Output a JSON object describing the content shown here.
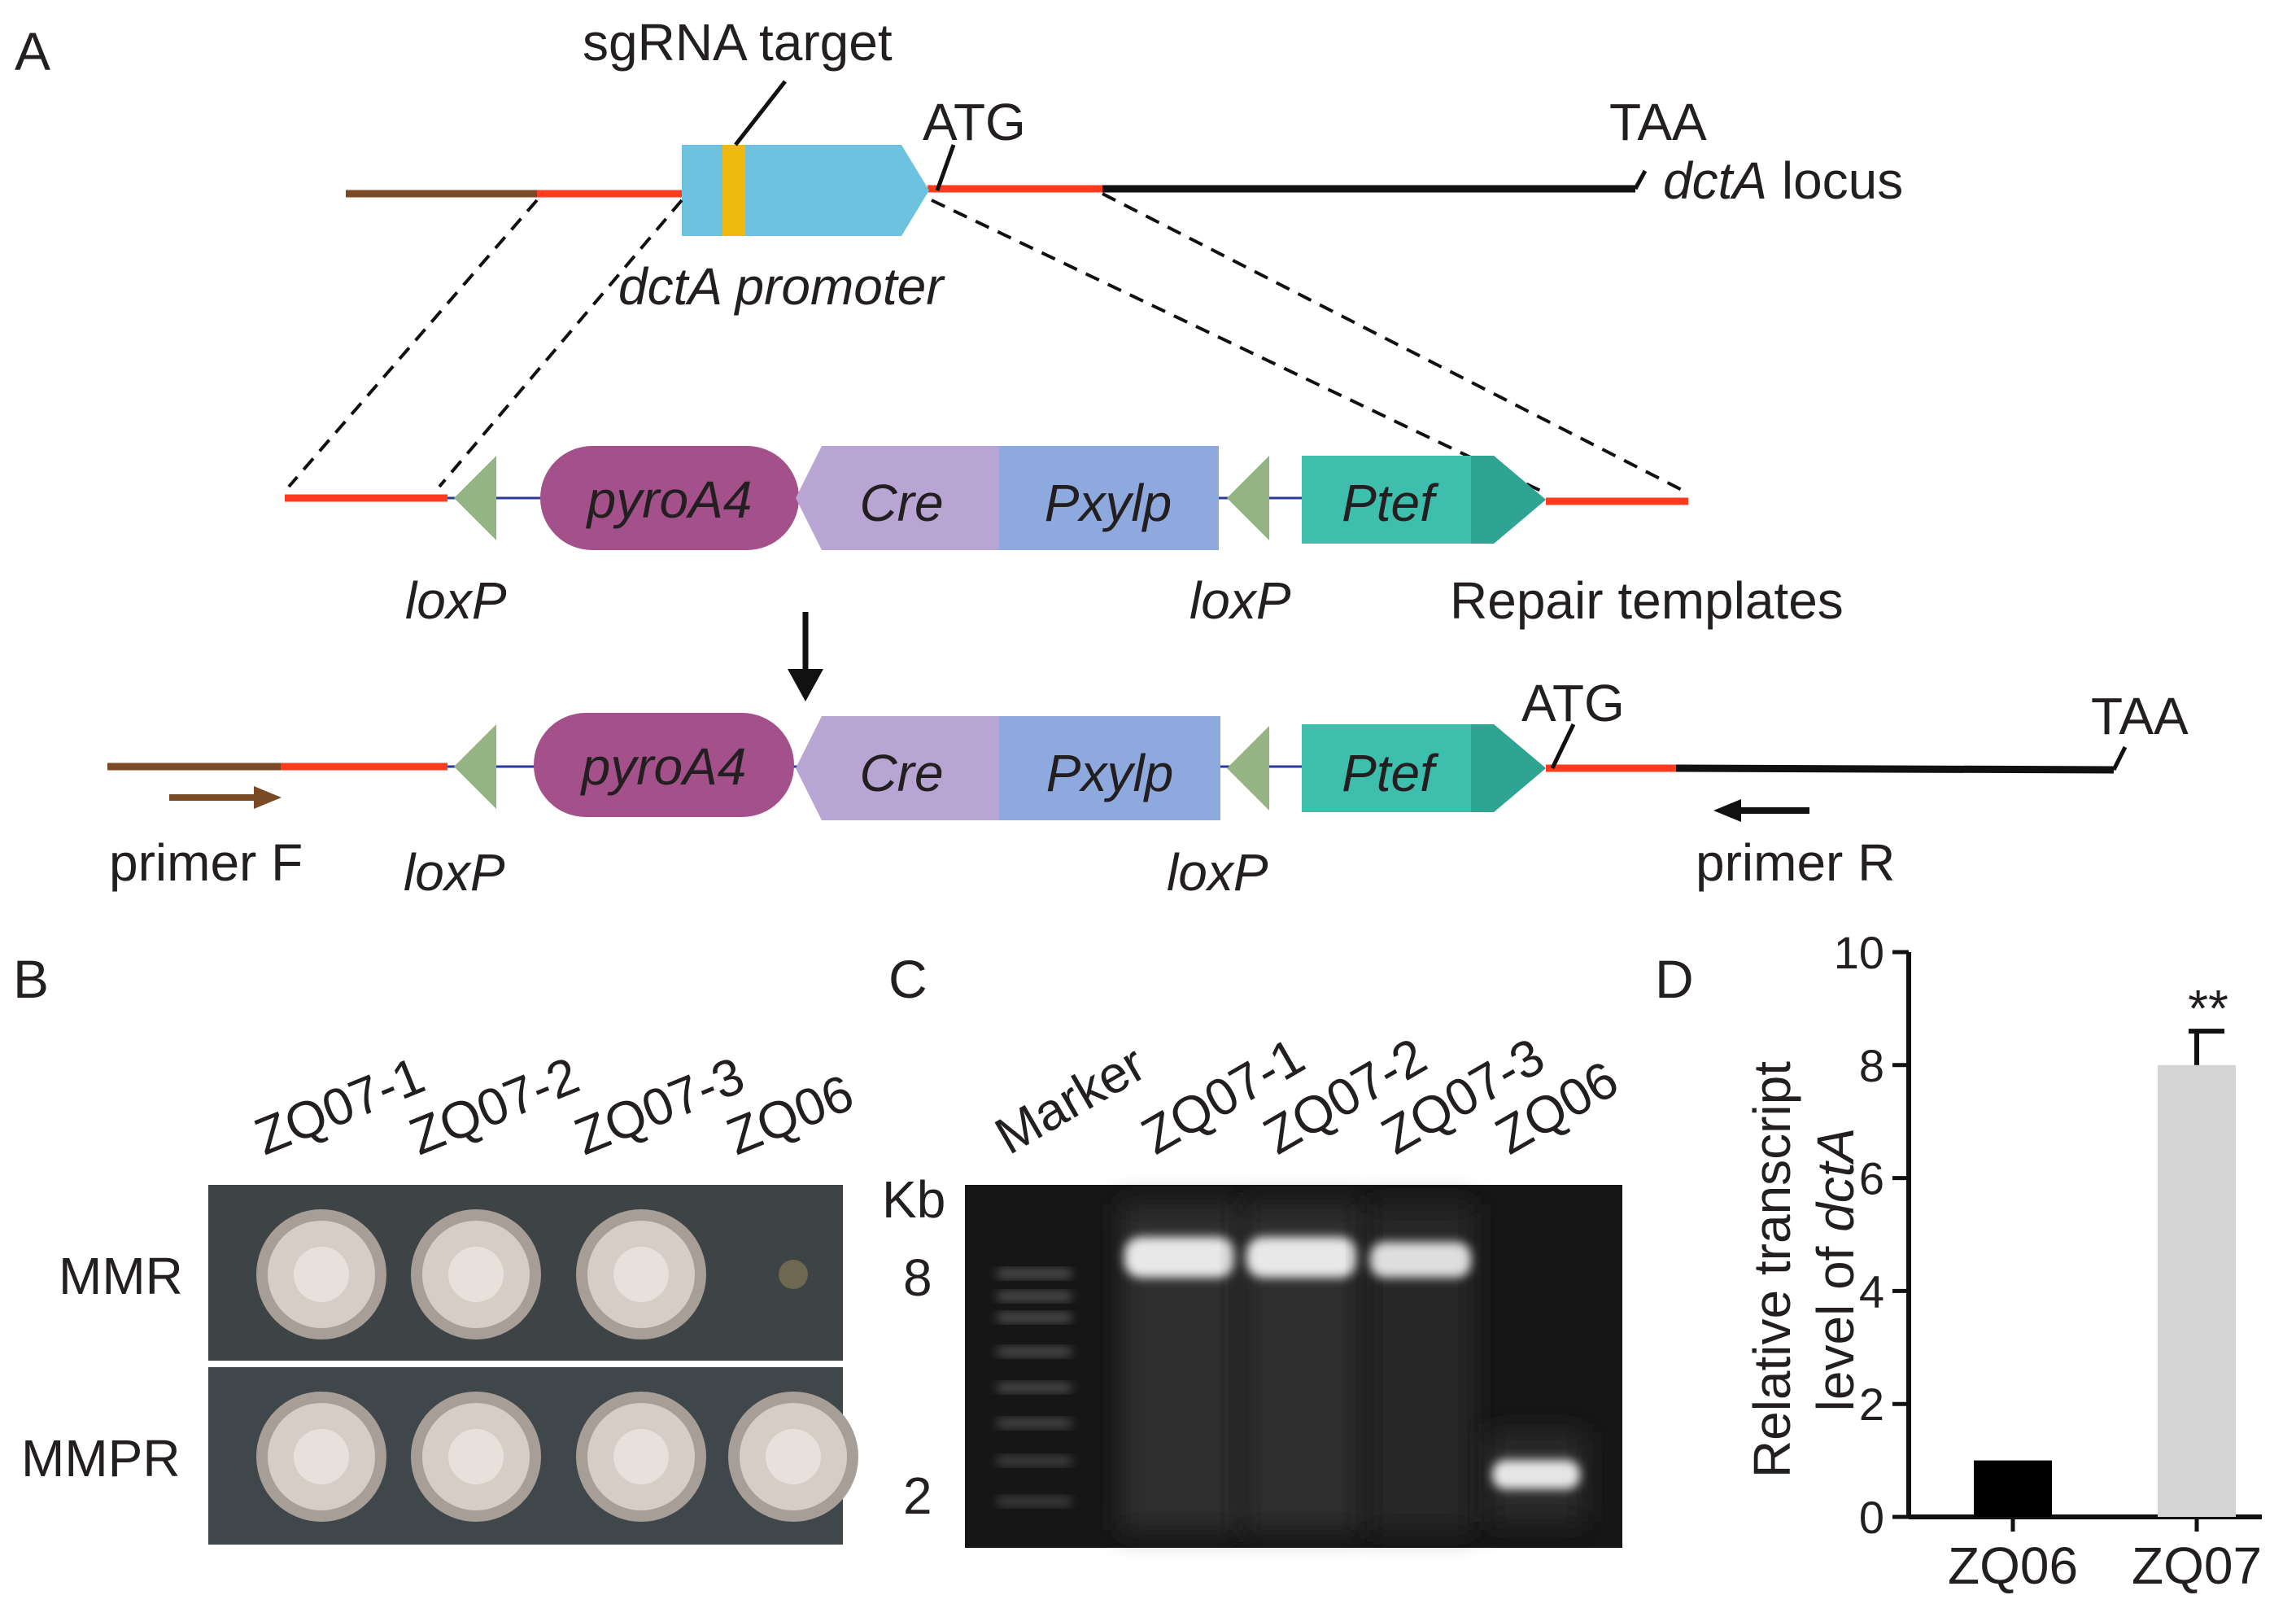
{
  "panel_labels": {
    "a": "A",
    "b": "B",
    "c": "C",
    "d": "D"
  },
  "locus": {
    "sgrna_target": "sgRNA target",
    "atg": "ATG",
    "taa": "TAA",
    "gene_italic": "dctA",
    "locus_word": " locus",
    "promoter": "dctA promoter"
  },
  "cassette": {
    "pyroA4": "pyroA4",
    "cre": "Cre",
    "pxylp": "Pxylp",
    "ptef": "Ptef",
    "loxp": "loxP",
    "repair_templates": "Repair templates"
  },
  "final_locus": {
    "atg": "ATG",
    "taa": "TAA",
    "primer_f": "primer F",
    "primer_r": "primer R"
  },
  "plates": {
    "strains": [
      "ZQ07-1",
      "ZQ07-2",
      "ZQ07-3",
      "ZQ06"
    ],
    "media": [
      "MMR",
      "MMPR"
    ],
    "growth": {
      "MMR": [
        true,
        true,
        true,
        false
      ],
      "MMPR": [
        true,
        true,
        true,
        true
      ]
    }
  },
  "gel": {
    "unit": "Kb",
    "lanes": [
      "Marker",
      "ZQ07-1",
      "ZQ07-2",
      "ZQ07-3",
      "ZQ06"
    ],
    "size_labels": [
      "8",
      "2"
    ]
  },
  "chart_data": {
    "type": "bar",
    "categories": [
      "ZQ06",
      "ZQ07"
    ],
    "values": [
      1.0,
      8.0
    ],
    "errors": [
      0,
      0.6
    ],
    "colors": [
      "#000000",
      "#d4d4d4"
    ],
    "significance": [
      "",
      "**"
    ],
    "ylabel_line1": "Relative transcript",
    "ylabel_line2_prefix": "level of ",
    "ylabel_line2_italic": "dctA",
    "ylim": [
      0,
      10
    ],
    "yticks": [
      0,
      2,
      4,
      6,
      8,
      10
    ]
  }
}
